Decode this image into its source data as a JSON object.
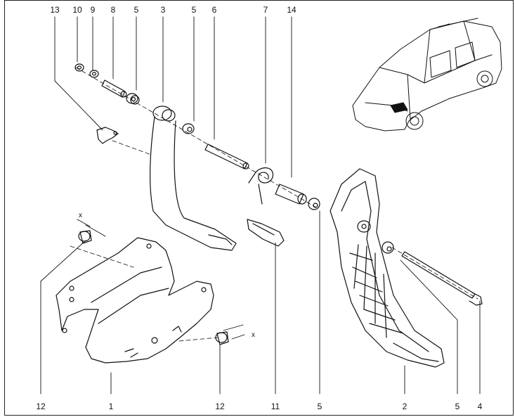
{
  "diagram": {
    "top_labels": [
      "13",
      "10",
      "9",
      "8",
      "5",
      "3",
      "5",
      "6",
      "7",
      "14"
    ],
    "bottom_labels": [
      "12",
      "1",
      "12",
      "11",
      "5",
      "2",
      "5",
      "4"
    ],
    "axis_marks": [
      "x",
      "x"
    ]
  }
}
